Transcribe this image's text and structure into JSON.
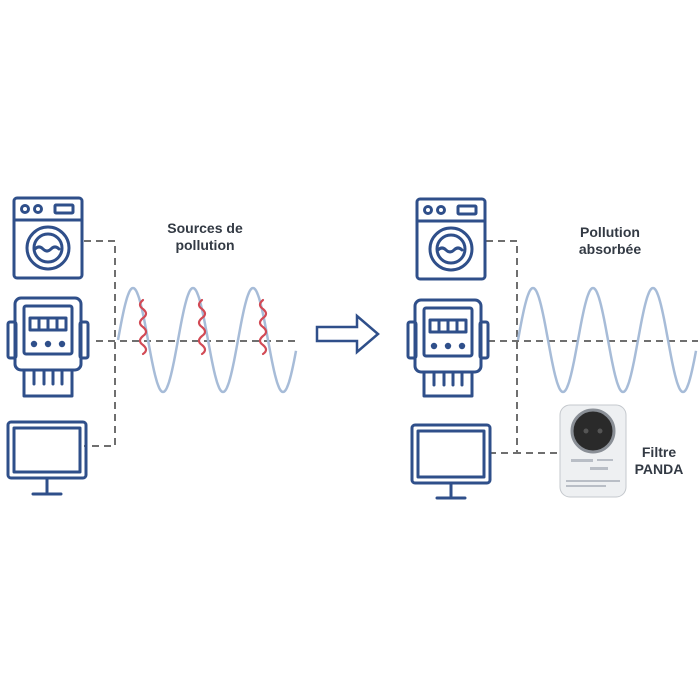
{
  "left_panel": {
    "label_line1": "Sources de",
    "label_line2": "pollution",
    "devices": [
      "washing-machine-icon",
      "electric-meter-icon",
      "monitor-icon"
    ]
  },
  "transition": {
    "icon": "right-arrow-icon"
  },
  "right_panel": {
    "label_line1": "Pollution",
    "label_line2": "absorbée",
    "devices": [
      "washing-machine-icon",
      "electric-meter-icon",
      "monitor-icon",
      "panda-filter-plug"
    ],
    "filter_label_line1": "Filtre",
    "filter_label_line2": "PANDA"
  },
  "colors": {
    "icon_stroke": "#2f4f8a",
    "wave": "#a7bcd8",
    "noise": "#d24a55",
    "wire": "#6f6f6f"
  }
}
